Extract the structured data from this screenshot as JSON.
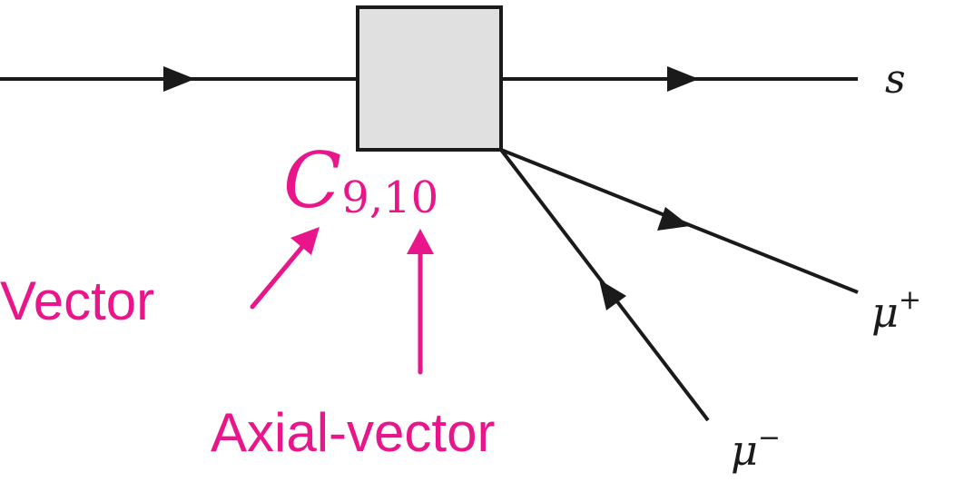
{
  "diagram": {
    "outgoing_quark_label": "s",
    "muon_plus": {
      "symbol": "μ",
      "sign": "+"
    },
    "muon_minus": {
      "symbol": "μ",
      "sign": "−"
    },
    "coefficient": {
      "symbol": "C",
      "subscript": "9,10"
    },
    "vector_label": "Vector",
    "axial_label": "Axial-vector"
  },
  "colors": {
    "lines": "#1a1a1a",
    "vertex_fill": "#e0e0e0",
    "annotation": "#e8168a"
  }
}
